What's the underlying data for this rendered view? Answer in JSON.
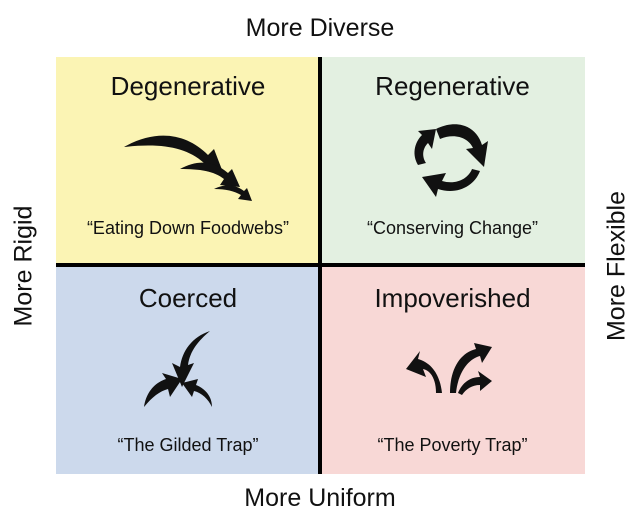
{
  "axes": {
    "top": "More Diverse",
    "bottom": "More Uniform",
    "left": "More Rigid",
    "right": "More Flexible"
  },
  "quadrants": {
    "top_left": {
      "title": "Degenerative",
      "subtitle": "“Eating Down Foodwebs”",
      "color": "#fbf4b4",
      "icon": "descending-arrows-icon"
    },
    "top_right": {
      "title": "Regenerative",
      "subtitle": "“Conserving Change”",
      "color": "#e3f0e1",
      "icon": "cycle-arrows-icon"
    },
    "bottom_left": {
      "title": "Coerced",
      "subtitle": "“The Gilded Trap”",
      "color": "#ccd9ec",
      "icon": "converging-arrows-icon"
    },
    "bottom_right": {
      "title": "Impoverished",
      "subtitle": "“The Poverty Trap”",
      "color": "#f8d8d6",
      "icon": "diverging-arrows-icon"
    }
  }
}
